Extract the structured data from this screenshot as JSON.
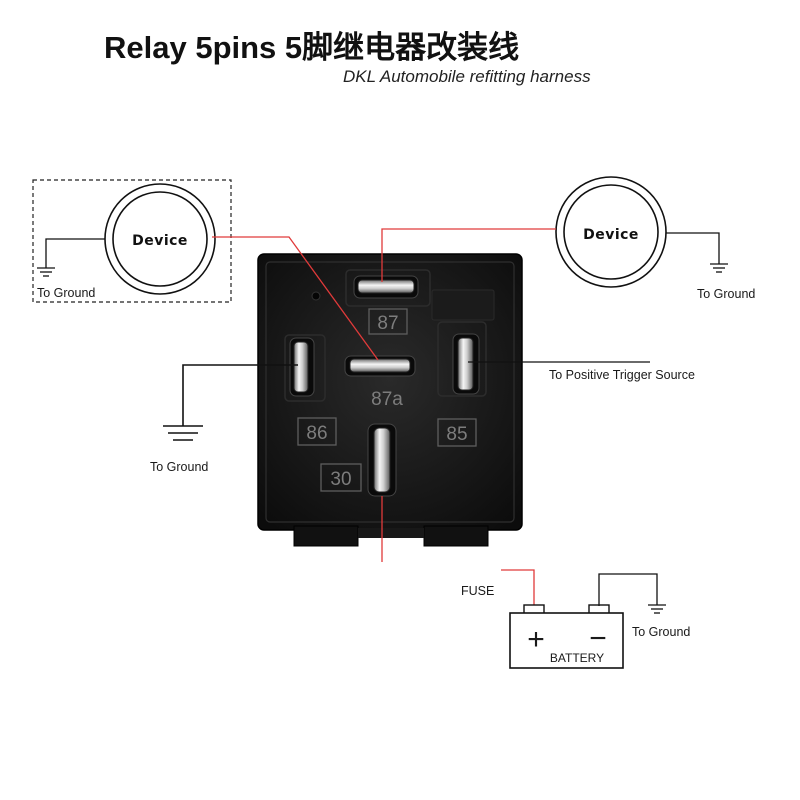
{
  "title": "Relay  5pins 5脚继电器改装线",
  "subtitle": "DKL Automobile refitting harness",
  "devices": {
    "left": "Device",
    "right": "Device"
  },
  "labels": {
    "ground_left_device": "To Ground",
    "ground_right_device": "To Ground",
    "ground_pin86": "To Ground",
    "positive_trigger": "To Positive Trigger Source",
    "fuse": "FUSE",
    "battery": "BATTERY",
    "ground_battery": "To Ground",
    "battery_plus": "+",
    "battery_minus": "−"
  },
  "pins": {
    "p87": "87",
    "p87a": "87a",
    "p86": "86",
    "p85": "85",
    "p30": "30"
  },
  "colors": {
    "wire_red": "#e03a3a",
    "wire_black": "#111111",
    "relay_body": "#141414"
  }
}
